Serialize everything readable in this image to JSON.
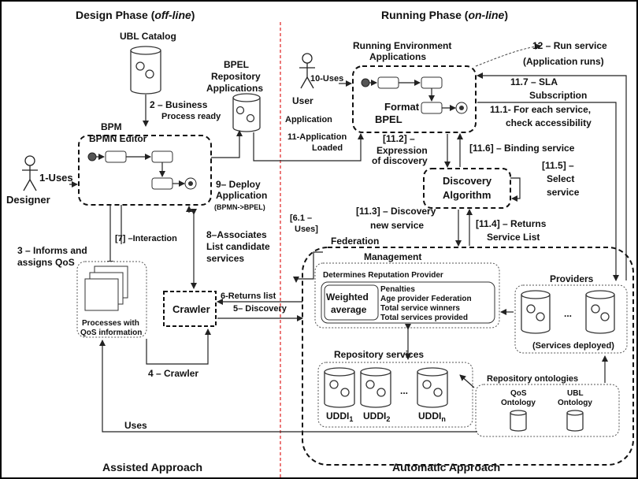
{
  "phases": {
    "design_title": "Design Phase (",
    "design_italic": "off-line",
    "running_title": "Running Phase (",
    "running_italic": "on-line",
    "close_paren": ")",
    "assisted": "Assisted Approach",
    "automatic": "Automatic Approach"
  },
  "labels": {
    "ubl_catalog": "UBL Catalog",
    "bpel_repo_1": "BPEL",
    "bpel_repo_2": "Repository",
    "bpel_repo_3": "Applications",
    "running_env_1": "Running Environment",
    "running_env_2": "Applications",
    "bpm": "BPM",
    "bpmn_editor": "BPMN Editor",
    "designer": "Designer",
    "uses_1": "1-Uses",
    "business_1": "2 – Business",
    "business_2": "Process ready",
    "user_1": "User",
    "user_2": "Application",
    "uses_10": "10-Uses",
    "format_1": "Format",
    "format_2": "BPEL",
    "run_service_1": "12 – Run service",
    "run_service_2": "(Application runs)",
    "sla": "11.7 – SLA",
    "subscription": "Subscription",
    "access_1": "11.1- For each service,",
    "access_2": "check accessibility",
    "app_loaded_1": "11-Application",
    "app_loaded_2": "Loaded",
    "expr_1": "[11.2] –",
    "expr_2": "Expression",
    "expr_3": "of discovery",
    "binding": "[11.6] – Binding service",
    "select_1": "[11.5] –",
    "select_2": "Select",
    "select_3": "service",
    "disc_alg_1": "Discovery",
    "disc_alg_2": "Algorithm",
    "deploy_1": "9– Deploy",
    "deploy_2": "Application",
    "deploy_3": "(BPMN->BPEL)",
    "informs_1": "3 – Informs and",
    "informs_2": "assigns QoS",
    "interaction": "[7] –Interaction",
    "assoc_1": "8–Associates",
    "assoc_2": "List candidate",
    "assoc_3": "services",
    "uses61_1": "[6.1 –",
    "uses61_2": "Uses]",
    "disc_new_1": "[11.3] – Discovery",
    "disc_new_2": "new service",
    "returns_list_1": "[11.4] – Returns",
    "returns_list_2": "Service List",
    "federation": "Federation",
    "management": "Management",
    "rep_provider": "Determines Reputation Provider",
    "weighted_1": "Weighted",
    "weighted_2": "average",
    "penalties": "Penalties",
    "age": "Age provider Federation",
    "winners": "Total service winners",
    "provided": "Total services provided",
    "providers": "Providers",
    "ellipsis": "...",
    "services_deployed": "(Services deployed)",
    "crawler": "Crawler",
    "returns_6": "6-Returns list",
    "discovery_5": "5– Discovery",
    "processes_1": "Processes with",
    "processes_2": "QoS information",
    "crawler_4": "4 – Crawler",
    "repo_services": "Repository services",
    "repo_ontologies": "Repository ontologies",
    "qos_onto_1": "QoS",
    "qos_onto_2": "Ontology",
    "ubl_onto_1": "UBL",
    "ubl_onto_2": "Ontology",
    "uddi_1": "UDDI",
    "uddi_1_sub": "1",
    "uddi_2": "UDDI",
    "uddi_2_sub": "2",
    "uddi_n": "UDDI",
    "uddi_n_sub": "n",
    "uses_bottom": "Uses"
  },
  "colors": {
    "divider": "#e02020",
    "border": "#000000"
  }
}
